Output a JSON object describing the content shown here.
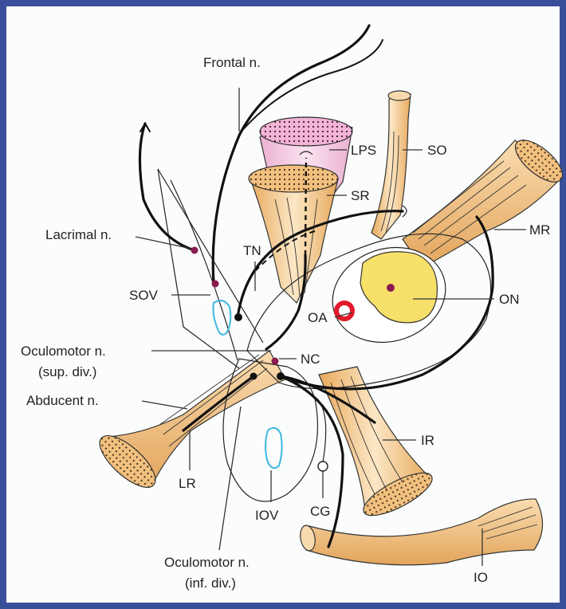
{
  "labels": {
    "frontal": "Frontal n.",
    "lps": "LPS",
    "so": "SO",
    "sr": "SR",
    "mr": "MR",
    "lacrimal": "Lacrimal n.",
    "tn": "TN",
    "sov": "SOV",
    "on": "ON",
    "oa": "OA",
    "oculomotor_sup_1": "Oculomotor n.",
    "oculomotor_sup_2": "(sup. div.)",
    "nc": "NC",
    "abducent": "Abducent n.",
    "ir": "IR",
    "lr": "LR",
    "iov": "IOV",
    "cg": "CG",
    "oculomotor_inf_1": "Oculomotor n.",
    "oculomotor_inf_2": "(inf. div.)",
    "io": "IO"
  },
  "colors": {
    "border": "#3a4f9a",
    "muscle": "#f3c98e",
    "muscle_dark": "#e0a45a",
    "lps": "#f0b8d8",
    "optic_nerve": "#f6e06a",
    "ophthalmic_artery": "#e01a2a",
    "vein": "#3cb7e0",
    "nerve_dot": "#8b1a4e",
    "nerve": "#111111"
  }
}
